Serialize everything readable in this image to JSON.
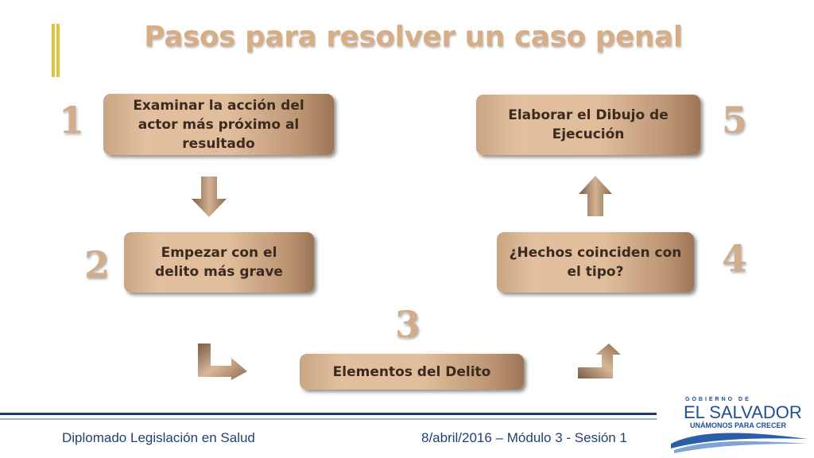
{
  "slide": {
    "title": "Pasos para resolver un caso penal"
  },
  "steps": [
    {
      "number": "1",
      "text": "Examinar la acción del actor más próximo al resultado"
    },
    {
      "number": "2",
      "text": "Empezar con el delito más grave"
    },
    {
      "number": "3",
      "text": "Elementos del Delito"
    },
    {
      "number": "4",
      "text": "¿Hechos coinciden con el tipo?"
    },
    {
      "number": "5",
      "text": "Elaborar el Dibujo de Ejecución"
    }
  ],
  "footer": {
    "course": "Diplomado Legislación en Salud",
    "date_session": "8/abril/2016 – Módulo 3 - Sesión 1"
  },
  "logo": {
    "small_text": "GOBIERNO DE",
    "name": "EL SALVADOR",
    "slogan": "UNÁMONOS PARA CRECER"
  },
  "colors": {
    "title": "#d7ad86",
    "box": "#e0bd9b",
    "accent": "#e2c33a",
    "footer_text": "#243f73",
    "logo_blue": "#1d4f91"
  }
}
